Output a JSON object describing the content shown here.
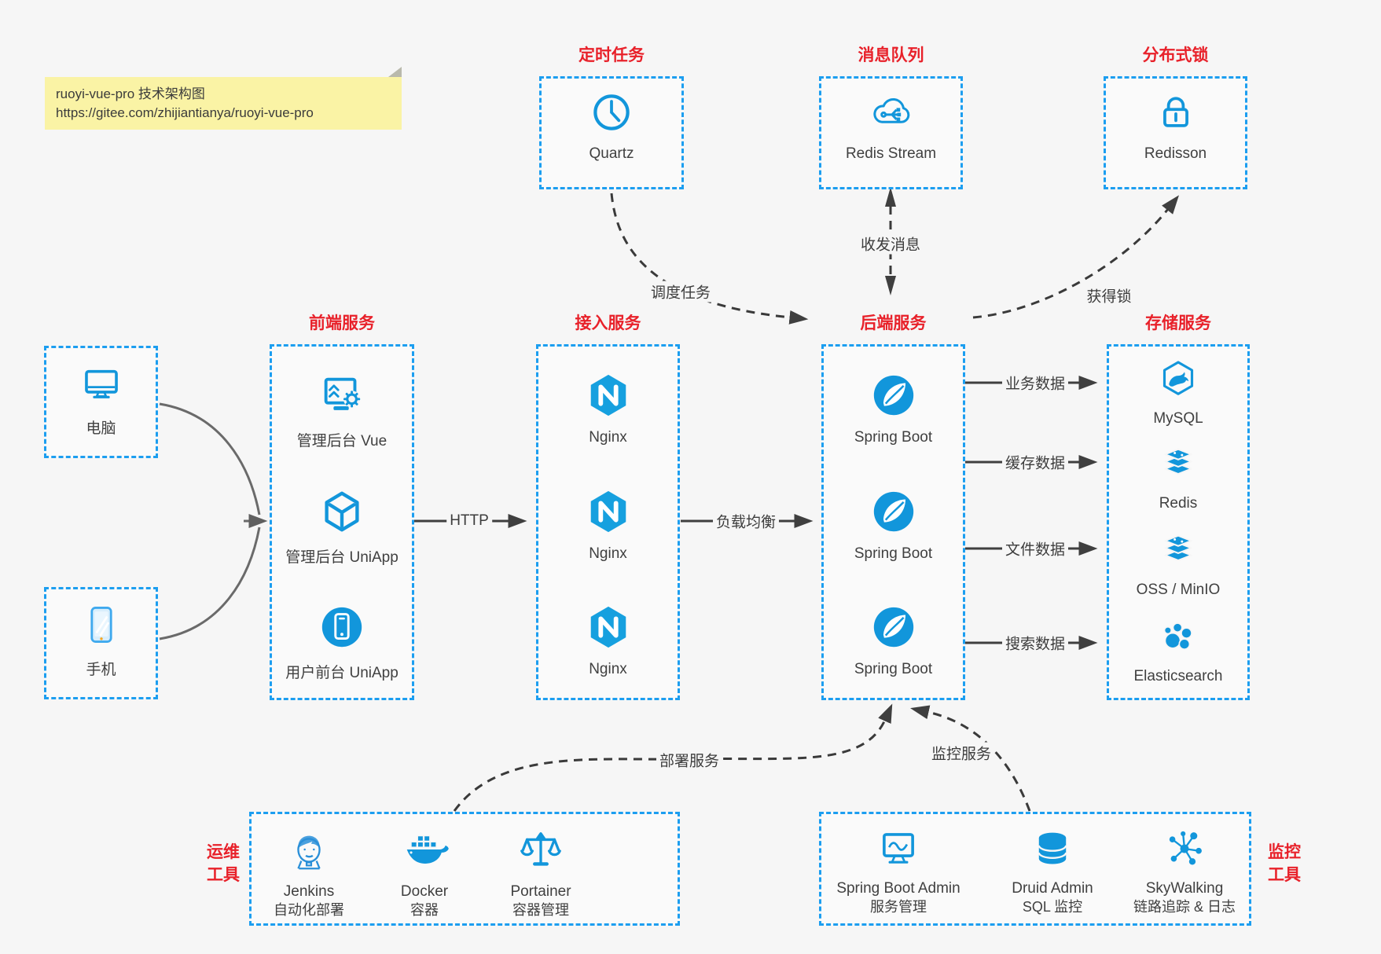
{
  "note": {
    "line1": "ruoyi-vue-pro 技术架构图",
    "line2": "https://gitee.com/zhijiantianya/ruoyi-vue-pro"
  },
  "colors": {
    "accent_border": "#1c9ef0",
    "icon_blue": "#1296db",
    "title_red": "#e8212a",
    "arrow_dark": "#3f3f3f",
    "note_bg": "#faf3a5",
    "background": "#f6f6f6"
  },
  "top_row": {
    "scheduled_task": {
      "title": "定时任务",
      "item": {
        "label": "Quartz",
        "icon": "clock-icon"
      }
    },
    "message_queue": {
      "title": "消息队列",
      "item": {
        "label": "Redis Stream",
        "icon": "cloud-mq-icon"
      }
    },
    "distributed_lock": {
      "title": "分布式锁",
      "item": {
        "label": "Redisson",
        "icon": "lock-icon"
      }
    }
  },
  "clients": {
    "pc": {
      "label": "电脑",
      "icon": "desktop-icon"
    },
    "mobile": {
      "label": "手机",
      "icon": "smartphone-icon"
    }
  },
  "frontend": {
    "title": "前端服务",
    "items": [
      {
        "label": "管理后台 Vue",
        "icon": "admin-vue-icon"
      },
      {
        "label": "管理后台 UniApp",
        "icon": "uniapp-cube-icon"
      },
      {
        "label": "用户前台 UniApp",
        "icon": "user-app-icon"
      }
    ]
  },
  "gateway": {
    "title": "接入服务",
    "items": [
      {
        "label": "Nginx",
        "icon": "nginx-icon"
      },
      {
        "label": "Nginx",
        "icon": "nginx-icon"
      },
      {
        "label": "Nginx",
        "icon": "nginx-icon"
      }
    ]
  },
  "backend": {
    "title": "后端服务",
    "items": [
      {
        "label": "Spring Boot",
        "icon": "spring-icon"
      },
      {
        "label": "Spring Boot",
        "icon": "spring-icon"
      },
      {
        "label": "Spring Boot",
        "icon": "spring-icon"
      }
    ]
  },
  "storage": {
    "title": "存储服务",
    "items": [
      {
        "label": "MySQL",
        "icon": "mysql-icon"
      },
      {
        "label": "Redis",
        "icon": "redis-icon"
      },
      {
        "label": "OSS / MinIO",
        "icon": "oss-icon"
      },
      {
        "label": "Elasticsearch",
        "icon": "elasticsearch-icon"
      }
    ]
  },
  "ops": {
    "title_line1": "运维",
    "title_line2": "工具",
    "items": [
      {
        "name": "Jenkins",
        "desc": "自动化部署",
        "icon": "jenkins-icon"
      },
      {
        "name": "Docker",
        "desc": "容器",
        "icon": "docker-icon"
      },
      {
        "name": "Portainer",
        "desc": "容器管理",
        "icon": "portainer-icon"
      }
    ]
  },
  "monitoring": {
    "title_line1": "监控",
    "title_line2": "工具",
    "items": [
      {
        "name": "Spring Boot Admin",
        "desc": "服务管理",
        "icon": "spring-boot-admin-icon"
      },
      {
        "name": "Druid Admin",
        "desc": "SQL 监控",
        "icon": "druid-icon"
      },
      {
        "name": "SkyWalking",
        "desc": "链路追踪 & 日志",
        "icon": "skywalking-icon"
      }
    ]
  },
  "edge_labels": {
    "http": "HTTP",
    "load_balance": "负载均衡",
    "schedule": "调度任务",
    "send_receive": "收发消息",
    "acquire_lock": "获得锁",
    "business_data": "业务数据",
    "cache_data": "缓存数据",
    "file_data": "文件数据",
    "search_data": "搜索数据",
    "deploy": "部署服务",
    "monitor": "监控服务"
  }
}
